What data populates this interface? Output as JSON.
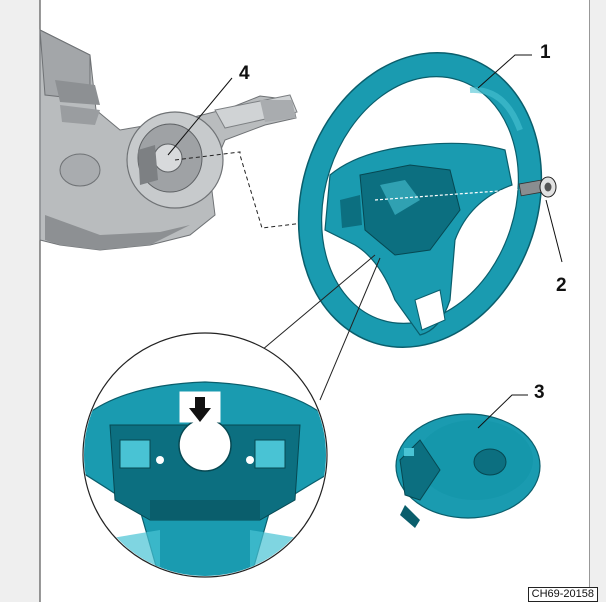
{
  "callouts": {
    "steering_wheel": "1",
    "bolt": "2",
    "airbag_unit": "3",
    "steering_column_switch": "4"
  },
  "figure_id": "CH69-20158",
  "colors": {
    "part_teal": "#1a9bb0",
    "part_teal_dark": "#0c6f80",
    "part_teal_light": "#49c3d4",
    "housing_gray": "#b9bcbe",
    "housing_dark": "#7d8083",
    "frame_gray": "#c8c8c8"
  },
  "icons": {
    "arrow": "down-arrow-icon"
  }
}
